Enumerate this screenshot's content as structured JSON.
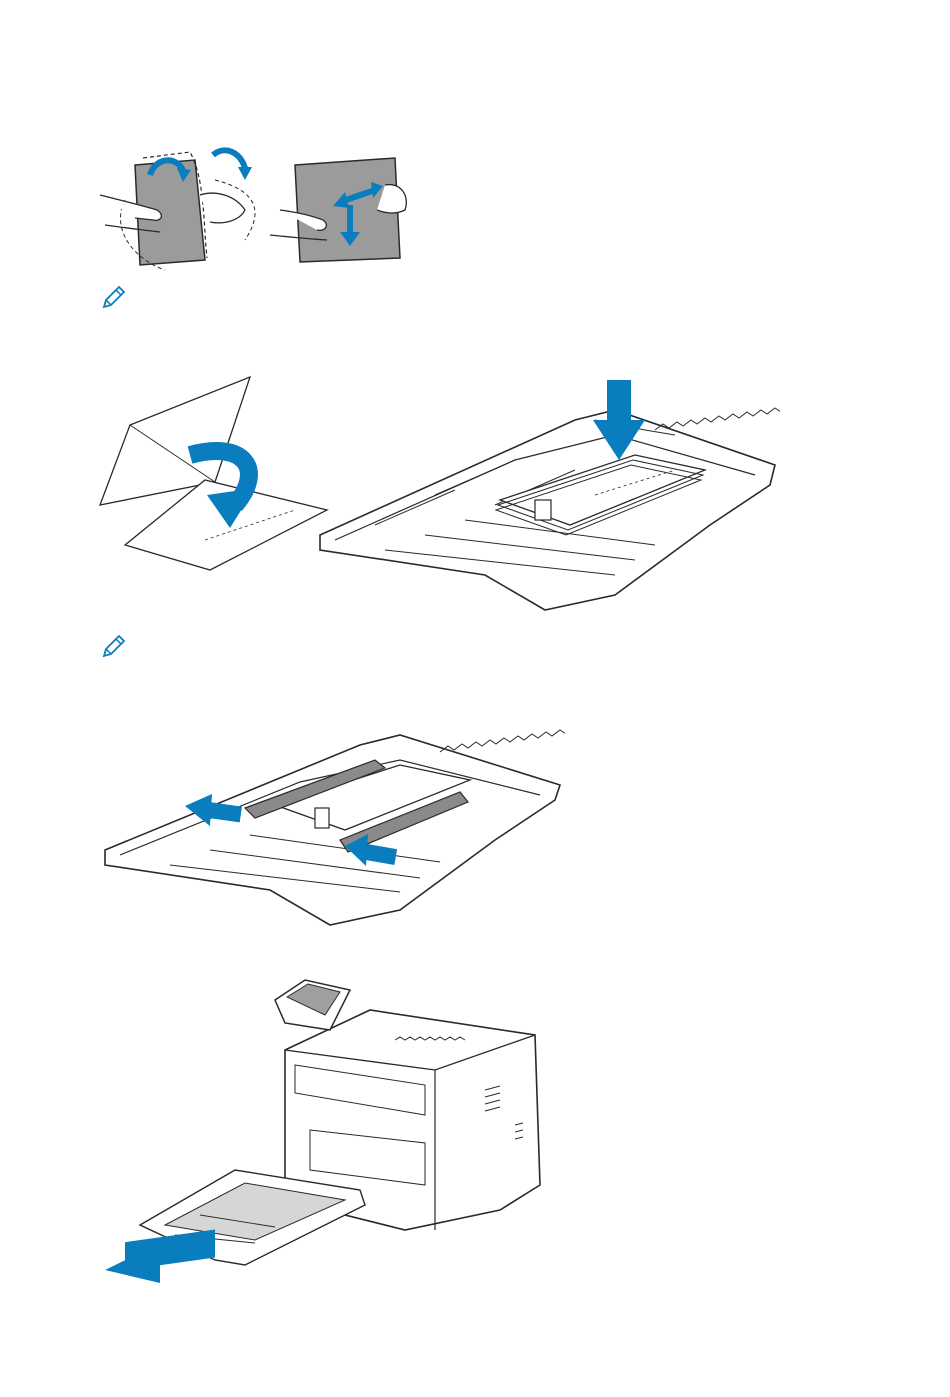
{
  "colors": {
    "accent": "#0a7dbf",
    "line": "#2a2a2a",
    "paper_grey": "#9b9b9b",
    "guide_grey": "#8a8a8a"
  },
  "icons": {
    "note": "pencil-note-icon",
    "arrows": "blue-arrow-icon"
  },
  "figures": [
    {
      "id": "fan-paper",
      "icon": "hands-fanning-paper"
    },
    {
      "id": "envelope-flap",
      "icon": "envelope-flap-fold"
    },
    {
      "id": "tray-load",
      "icon": "tray-loading-envelopes"
    },
    {
      "id": "guides-adjust",
      "icon": "tray-guides-adjust"
    },
    {
      "id": "printer-insert",
      "icon": "printer-tray-insert"
    }
  ]
}
